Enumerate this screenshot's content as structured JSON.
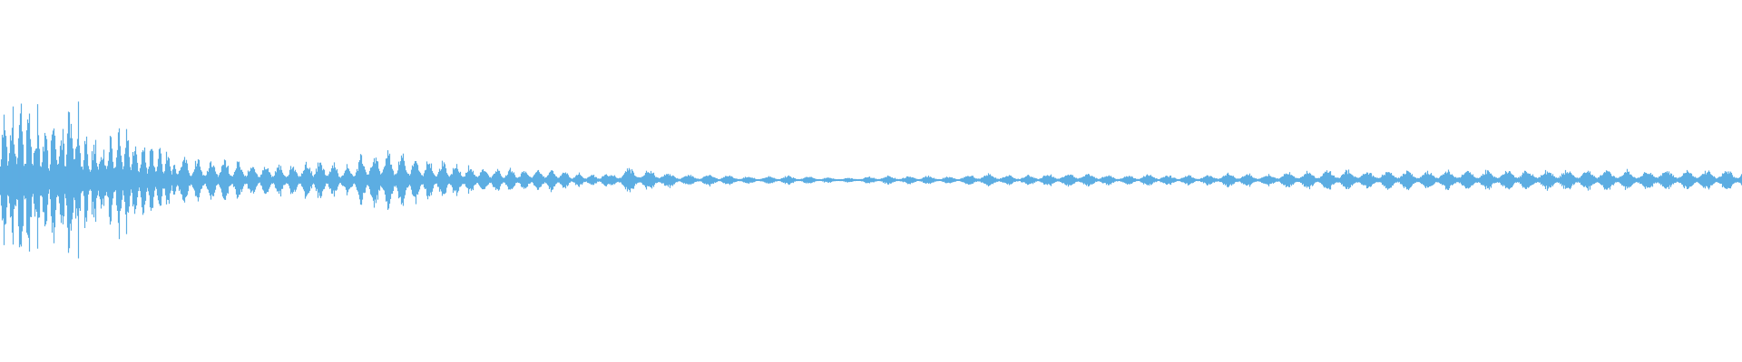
{
  "waveform": {
    "color": "#5dade2",
    "envelope": [
      [
        0.0,
        0.62
      ],
      [
        0.01,
        0.7
      ],
      [
        0.02,
        0.66
      ],
      [
        0.03,
        0.48
      ],
      [
        0.04,
        0.72
      ],
      [
        0.05,
        0.44
      ],
      [
        0.06,
        0.38
      ],
      [
        0.07,
        0.48
      ],
      [
        0.08,
        0.3
      ],
      [
        0.09,
        0.28
      ],
      [
        0.1,
        0.24
      ],
      [
        0.11,
        0.2
      ],
      [
        0.12,
        0.16
      ],
      [
        0.13,
        0.18
      ],
      [
        0.14,
        0.14
      ],
      [
        0.15,
        0.12
      ],
      [
        0.16,
        0.14
      ],
      [
        0.17,
        0.12
      ],
      [
        0.18,
        0.18
      ],
      [
        0.19,
        0.14
      ],
      [
        0.2,
        0.12
      ],
      [
        0.21,
        0.22
      ],
      [
        0.22,
        0.24
      ],
      [
        0.23,
        0.22
      ],
      [
        0.24,
        0.18
      ],
      [
        0.25,
        0.16
      ],
      [
        0.26,
        0.14
      ],
      [
        0.27,
        0.12
      ],
      [
        0.28,
        0.1
      ],
      [
        0.29,
        0.1
      ],
      [
        0.3,
        0.08
      ],
      [
        0.31,
        0.1
      ],
      [
        0.32,
        0.09
      ],
      [
        0.33,
        0.06
      ],
      [
        0.34,
        0.05
      ],
      [
        0.35,
        0.05
      ],
      [
        0.36,
        0.1
      ],
      [
        0.37,
        0.09
      ],
      [
        0.38,
        0.07
      ],
      [
        0.39,
        0.05
      ],
      [
        0.4,
        0.04
      ],
      [
        0.41,
        0.05
      ],
      [
        0.42,
        0.04
      ],
      [
        0.43,
        0.03
      ],
      [
        0.44,
        0.03
      ],
      [
        0.45,
        0.04
      ],
      [
        0.46,
        0.03
      ],
      [
        0.47,
        0.03
      ],
      [
        0.48,
        0.02
      ],
      [
        0.49,
        0.02
      ],
      [
        0.5,
        0.03
      ],
      [
        0.51,
        0.04
      ],
      [
        0.52,
        0.03
      ],
      [
        0.53,
        0.04
      ],
      [
        0.54,
        0.03
      ],
      [
        0.55,
        0.03
      ],
      [
        0.56,
        0.05
      ],
      [
        0.57,
        0.05
      ],
      [
        0.58,
        0.04
      ],
      [
        0.59,
        0.04
      ],
      [
        0.6,
        0.05
      ],
      [
        0.61,
        0.05
      ],
      [
        0.62,
        0.06
      ],
      [
        0.63,
        0.05
      ],
      [
        0.64,
        0.04
      ],
      [
        0.65,
        0.04
      ],
      [
        0.66,
        0.05
      ],
      [
        0.67,
        0.04
      ],
      [
        0.68,
        0.04
      ],
      [
        0.69,
        0.04
      ],
      [
        0.7,
        0.05
      ],
      [
        0.71,
        0.06
      ],
      [
        0.72,
        0.05
      ],
      [
        0.73,
        0.05
      ],
      [
        0.74,
        0.07
      ],
      [
        0.75,
        0.07
      ],
      [
        0.76,
        0.08
      ],
      [
        0.77,
        0.08
      ],
      [
        0.78,
        0.08
      ],
      [
        0.79,
        0.07
      ],
      [
        0.8,
        0.08
      ],
      [
        0.81,
        0.08
      ],
      [
        0.82,
        0.07
      ],
      [
        0.83,
        0.08
      ],
      [
        0.84,
        0.08
      ],
      [
        0.85,
        0.08
      ],
      [
        0.86,
        0.08
      ],
      [
        0.87,
        0.09
      ],
      [
        0.88,
        0.08
      ],
      [
        0.89,
        0.08
      ],
      [
        0.9,
        0.09
      ],
      [
        0.91,
        0.08
      ],
      [
        0.92,
        0.09
      ],
      [
        0.93,
        0.08
      ],
      [
        0.94,
        0.08
      ],
      [
        0.95,
        0.09
      ],
      [
        0.96,
        0.08
      ],
      [
        0.97,
        0.08
      ],
      [
        0.98,
        0.08
      ],
      [
        0.99,
        0.08
      ],
      [
        1.0,
        0.08
      ]
    ]
  }
}
